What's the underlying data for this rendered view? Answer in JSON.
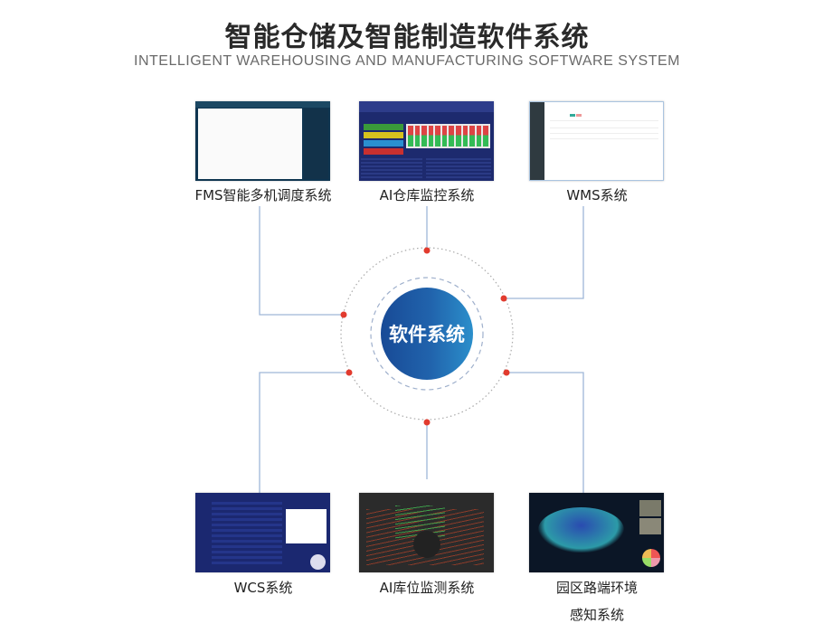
{
  "title": "智能仓储及智能制造软件系统",
  "subtitle": "INTELLIGENT WAREHOUSING AND MANUFACTURING SOFTWARE SYSTEM",
  "center": {
    "label": "软件系统"
  },
  "colors": {
    "center_start": "#184a96",
    "center_end": "#2b8fcb",
    "connector": "#9fb6d8",
    "dot": "#e23b2e"
  },
  "systems": [
    {
      "label": "FMS智能多机调度系统",
      "icon": "fms-screenshot"
    },
    {
      "label": "AI仓库监控系统",
      "icon": "ai-warehouse-monitor-screenshot"
    },
    {
      "label": "WMS系统",
      "icon": "wms-screenshot"
    },
    {
      "label": "WCS系统",
      "icon": "wcs-screenshot"
    },
    {
      "label": "AI库位监测系统",
      "icon": "ai-location-monitor-screenshot"
    },
    {
      "label_line1": "园区路端环境",
      "label_line2": "感知系统",
      "icon": "park-perception-screenshot"
    }
  ]
}
